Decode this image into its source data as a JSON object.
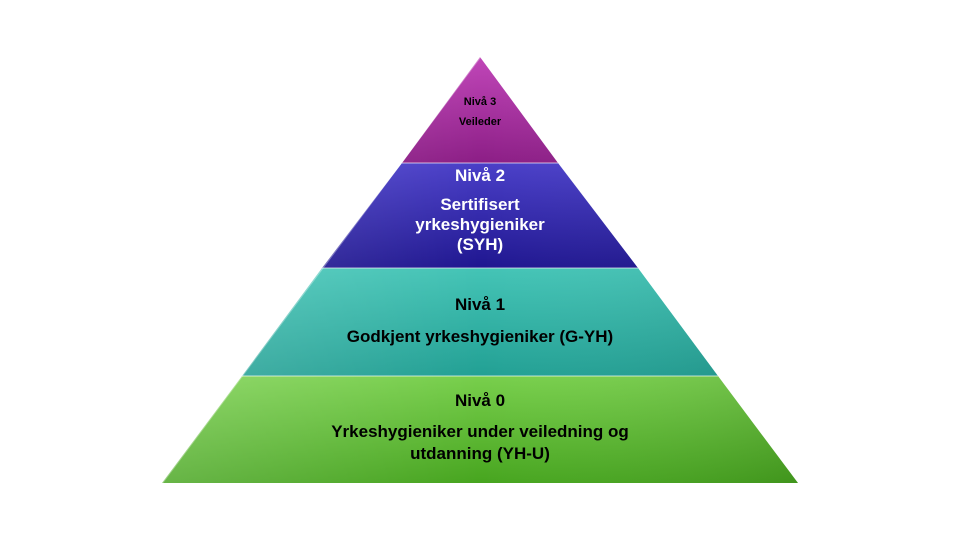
{
  "levels": [
    {
      "id": "level-3",
      "level_label": "Nivå 3",
      "title": "Veileder",
      "colors": {
        "top": "#c046b8",
        "bottom": "#8c1e86",
        "text": "#000000"
      }
    },
    {
      "id": "level-2",
      "level_label": "Nivå 2",
      "title_lines": [
        "Sertifisert",
        "yrkeshygieniker",
        "(SYH)"
      ],
      "colors": {
        "top": "#4a3fc8",
        "bottom": "#1f1690",
        "text": "#ffffff"
      }
    },
    {
      "id": "level-1",
      "level_label": "Nivå 1",
      "title": "Godkjent yrkeshygieniker (G-YH)",
      "colors": {
        "top": "#44c4b6",
        "bottom": "#22a094",
        "text": "#000000"
      }
    },
    {
      "id": "level-0",
      "level_label": "Nivå 0",
      "title_lines": [
        "Yrkeshygieniker under veiledning og",
        "utdanning (YH-U)"
      ],
      "colors": {
        "top": "#78cf4c",
        "bottom": "#47a51f",
        "text": "#000000"
      }
    }
  ]
}
